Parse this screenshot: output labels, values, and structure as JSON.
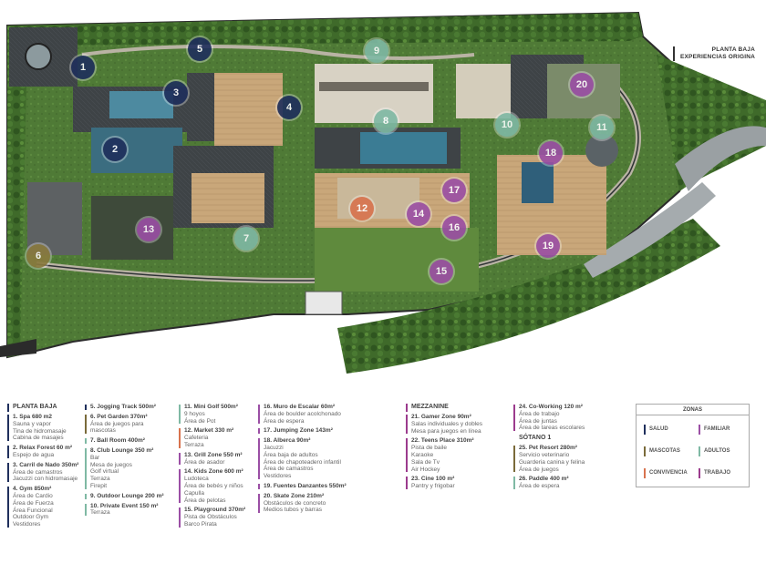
{
  "plan_title": [
    "PLANTA BAJA",
    "EXPERIENCIAS ORIGINA"
  ],
  "colors": {
    "salud": "#1f2f5c",
    "mascotas": "#7a6a3a",
    "convivencia": "#d8734e",
    "familiar": "#9b4fa5",
    "adultos": "#7fb9a4",
    "trabajo": "#9b3b8d",
    "marker_teal": "#7fb9a4",
    "marker_olive": "#8a7a3e"
  },
  "markers": [
    {
      "n": "1",
      "zone": "salud"
    },
    {
      "n": "2",
      "zone": "salud"
    },
    {
      "n": "3",
      "zone": "salud"
    },
    {
      "n": "4",
      "zone": "salud"
    },
    {
      "n": "5",
      "zone": "salud"
    },
    {
      "n": "6",
      "zone": "mascotas"
    },
    {
      "n": "7",
      "zone": "adultos"
    },
    {
      "n": "8",
      "zone": "adultos"
    },
    {
      "n": "9",
      "zone": "adultos"
    },
    {
      "n": "10",
      "zone": "adultos"
    },
    {
      "n": "11",
      "zone": "adultos"
    },
    {
      "n": "12",
      "zone": "convivencia"
    },
    {
      "n": "13",
      "zone": "familiar"
    },
    {
      "n": "14",
      "zone": "familiar"
    },
    {
      "n": "15",
      "zone": "familiar"
    },
    {
      "n": "16",
      "zone": "familiar"
    },
    {
      "n": "17",
      "zone": "familiar"
    },
    {
      "n": "18",
      "zone": "familiar"
    },
    {
      "n": "19",
      "zone": "familiar"
    },
    {
      "n": "20",
      "zone": "familiar"
    }
  ],
  "legend": {
    "col1_title": "PLANTA BAJA",
    "col1": [
      {
        "num": "1.",
        "name": "Spa 680 m2",
        "zone": "salud",
        "details": [
          "Sauna y vapor",
          "Tina de hidromasaje",
          "Cabina de masajes"
        ]
      },
      {
        "num": "2.",
        "name": "Relax Forest 60 m²",
        "zone": "salud",
        "details": [
          "Espejo de agua"
        ]
      },
      {
        "num": "3.",
        "name": "Carril de Nado 350m²",
        "zone": "salud",
        "details": [
          "Área de camastros",
          "Jacuzzi con hidromasaje"
        ]
      },
      {
        "num": "4.",
        "name": "Gym 850m²",
        "zone": "salud",
        "details": [
          "Área de Cardio",
          "Área de Fuerza",
          "Área Funcional",
          "Outdoor Gym",
          "Vestidores"
        ]
      }
    ],
    "col2": [
      {
        "num": "5.",
        "name": "Jogging Track 500m²",
        "zone": "salud",
        "details": []
      },
      {
        "num": "6.",
        "name": "Pet Garden 370m²",
        "zone": "mascotas",
        "details": [
          "Área de juegos para",
          "mascotas"
        ]
      },
      {
        "num": "7.",
        "name": "Ball Room 400m²",
        "zone": "adultos",
        "details": []
      },
      {
        "num": "8.",
        "name": "Club Lounge 350 m²",
        "zone": "adultos",
        "details": [
          "Bar",
          "Mesa de juegos",
          "Golf virtual",
          "Terraza",
          "Firepit"
        ]
      },
      {
        "num": "9.",
        "name": "Outdoor Lounge 200 m²",
        "zone": "adultos",
        "details": []
      },
      {
        "num": "10.",
        "name": "Private Event 150 m²",
        "zone": "adultos",
        "details": [
          "Terraza"
        ]
      }
    ],
    "col3": [
      {
        "num": "11.",
        "name": "Mini Golf 500m²",
        "zone": "adultos",
        "details": [
          "9 hoyos",
          "Área de Pot"
        ]
      },
      {
        "num": "12.",
        "name": "Market 330 m²",
        "zone": "convivencia",
        "details": [
          "Cafeteria",
          "Terraza"
        ]
      },
      {
        "num": "13.",
        "name": "Grill Zone 550 m²",
        "zone": "familiar",
        "details": [
          "Área de asador"
        ]
      },
      {
        "num": "14.",
        "name": "Kids Zone 600 m²",
        "zone": "familiar",
        "details": [
          "Ludoteca",
          "Área de bebés y niños",
          "Capulla",
          "Área de pelotas"
        ]
      },
      {
        "num": "15.",
        "name": "Playground 370m²",
        "zone": "familiar",
        "details": [
          "Pista de Obstáculos",
          "Barco Pirata"
        ]
      }
    ],
    "col4": [
      {
        "num": "16.",
        "name": "Muro de Escalar 60m²",
        "zone": "familiar",
        "details": [
          "Área de boulder acolchonado",
          "Área de espera"
        ]
      },
      {
        "num": "17.",
        "name": "Jumping Zone 143m²",
        "zone": "familiar",
        "details": []
      },
      {
        "num": "18.",
        "name": "Alberca 90m²",
        "zone": "familiar",
        "details": [
          "Jacuzzi",
          "Área baja de adultos",
          "Área de chapoteadero infantil",
          "Área de camastros",
          "Vestidores"
        ]
      },
      {
        "num": "19.",
        "name": "Fuentes Danzantes 550m²",
        "zone": "familiar",
        "details": []
      },
      {
        "num": "20.",
        "name": "Skate Zone 210m²",
        "zone": "familiar",
        "details": [
          "Obstáculos de concreto",
          "Medios tubos y barras"
        ]
      }
    ],
    "col5_title": "MEZZANINE",
    "col5": [
      {
        "num": "21.",
        "name": "Gamer Zone 90m²",
        "zone": "trabajo",
        "details": [
          "Salas individuales y dobles",
          "Mesa para juegos en línea"
        ]
      },
      {
        "num": "22.",
        "name": "Teens Place 310m²",
        "zone": "trabajo",
        "details": [
          "Pista de baile",
          "Karaoke",
          "Sala de Tv",
          "Air Hockey"
        ]
      },
      {
        "num": "23.",
        "name": "Cine 100 m²",
        "zone": "trabajo",
        "details": [
          "Pantry y frigobar"
        ]
      }
    ],
    "col6": [
      {
        "num": "24.",
        "name": "Co-Working 120 m²",
        "zone": "trabajo",
        "details": [
          "Área de trabajo",
          "Área de juntas",
          "Área de tareas escolares"
        ]
      }
    ],
    "col6_title2": "SÓTANO 1",
    "col6b": [
      {
        "num": "25.",
        "name": "Pet Resort 280m²",
        "zone": "mascotas",
        "details": [
          "Servicio veterinario",
          "Guarderia canina y felina",
          "Área de juegos"
        ]
      },
      {
        "num": "26.",
        "name": "Paddle 400 m²",
        "zone": "adultos",
        "details": [
          "Área de espera"
        ]
      }
    ]
  },
  "zones": {
    "title": "ZONAS",
    "items": [
      {
        "label": "SALUD",
        "zone": "salud"
      },
      {
        "label": "FAMILIAR",
        "zone": "familiar"
      },
      {
        "label": "MASCOTAS",
        "zone": "mascotas"
      },
      {
        "label": "ADULTOS",
        "zone": "adultos"
      },
      {
        "label": "CONVIVENCIA",
        "zone": "convivencia"
      },
      {
        "label": "TRABAJO",
        "zone": "trabajo"
      }
    ]
  }
}
